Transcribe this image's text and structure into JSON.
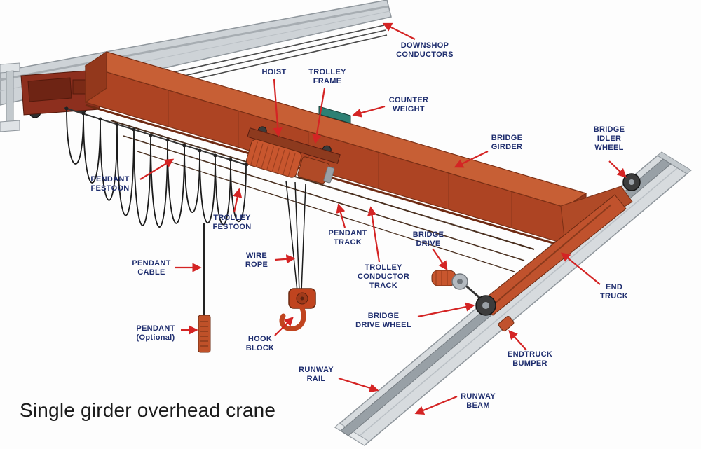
{
  "diagram": {
    "title": "Single girder overhead crane",
    "labels": [
      {
        "id": "downshop-conductors",
        "text": "DOWNSHOP\nCONDUCTORS"
      },
      {
        "id": "hoist",
        "text": "HOIST"
      },
      {
        "id": "trolley-frame",
        "text": "TROLLEY\nFRAME"
      },
      {
        "id": "counter-weight",
        "text": "COUNTER\nWEIGHT"
      },
      {
        "id": "bridge-girder",
        "text": "BRIDGE\nGIRDER"
      },
      {
        "id": "bridge-idler-wheel",
        "text": "BRIDGE\nIDLER\nWHEEL"
      },
      {
        "id": "pendant-festoon",
        "text": "PENDANT\nFESTOON"
      },
      {
        "id": "trolley-festoon",
        "text": "TROLLEY\nFESTOON"
      },
      {
        "id": "pendant-track",
        "text": "PENDANT\nTRACK"
      },
      {
        "id": "wire-rope",
        "text": "WIRE\nROPE"
      },
      {
        "id": "trolley-conductor-track",
        "text": "TROLLEY\nCONDUCTOR\nTRACK"
      },
      {
        "id": "bridge-drive",
        "text": "BRIDGE\nDRIVE"
      },
      {
        "id": "pendant-cable",
        "text": "PENDANT\nCABLE"
      },
      {
        "id": "end-truck",
        "text": "END\nTRUCK"
      },
      {
        "id": "bridge-drive-wheel",
        "text": "BRIDGE\nDRIVE WHEEL"
      },
      {
        "id": "pendant-optional",
        "text": "PENDANT\n(Optional)"
      },
      {
        "id": "hook-block",
        "text": "HOOK\nBLOCK"
      },
      {
        "id": "endtruck-bumper",
        "text": "ENDTRUCK\nBUMPER"
      },
      {
        "id": "runway-rail",
        "text": "RUNWAY\nRAIL"
      },
      {
        "id": "runway-beam",
        "text": "RUNWAY\nBEAM"
      }
    ]
  },
  "colors": {
    "label_text": "#1e2d6e",
    "arrow": "#d42424",
    "girder_side": "#ad4423",
    "girder_top": "#c75f35",
    "machinery_orange": "#c8562e",
    "steel_light": "#d7dbde",
    "steel_rail": "#98a0a6",
    "counterweight": "#2e8074",
    "cable_black": "#1b1b1b"
  }
}
